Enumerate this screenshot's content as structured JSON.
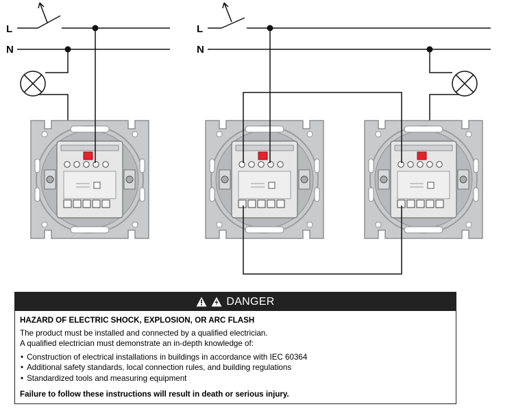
{
  "diagram": {
    "left_circuit": {
      "line_label": "L",
      "neutral_label": "N"
    },
    "right_circuit": {
      "line_label": "L",
      "neutral_label": "N"
    }
  },
  "danger": {
    "icon": "warning-triangle-icon",
    "title": "DANGER",
    "hazard": "HAZARD OF ELECTRIC SHOCK, EXPLOSION, OR ARC FLASH",
    "intro_lines": [
      "The product must be installed and connected by a qualified electrician.",
      "A qualified electrician must demonstrate an in-depth knowledge of:"
    ],
    "bullets": [
      "Construction of electrical installations in buildings in accordance with IEC 60364",
      "Additional safety standards, local connection rules, and building regulations",
      "Standardized tools and measuring equipment"
    ],
    "failure": "Failure to follow these instructions will result in death or serious injury."
  },
  "colors": {
    "wire": "#111111",
    "plate": "#c9cacb",
    "module": "#e6e6e6",
    "terminal_accent": "#e5232d",
    "danger_header": "#222222"
  }
}
